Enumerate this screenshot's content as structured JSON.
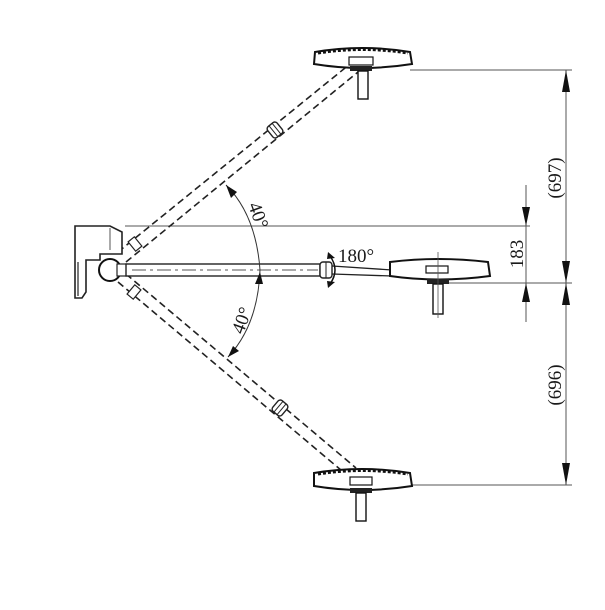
{
  "diagram": {
    "type": "technical-drawing",
    "subject": "wall-mounted surgical lamp arm, top view with swing range",
    "dimensions": {
      "upper_offset": "(697)",
      "lower_offset": "(696)",
      "arm_drop": "183"
    },
    "angles": {
      "upper_swing": "40°",
      "lower_swing": "40°",
      "rotation": "180°"
    },
    "components": [
      {
        "name": "wall-bracket"
      },
      {
        "name": "pivot-joint"
      },
      {
        "name": "center-arm"
      },
      {
        "name": "upper-arm"
      },
      {
        "name": "lower-arm"
      },
      {
        "name": "center-lamp-head"
      },
      {
        "name": "upper-lamp-head"
      },
      {
        "name": "lower-lamp-head"
      }
    ]
  }
}
